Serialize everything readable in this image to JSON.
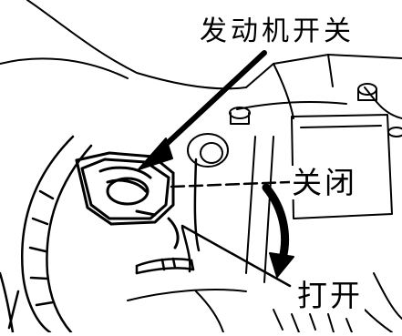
{
  "labels": {
    "title": "发动机开关",
    "off": "关闭",
    "on": "打开"
  },
  "colors": {
    "ink": "#000000",
    "paper": "#ffffff"
  }
}
